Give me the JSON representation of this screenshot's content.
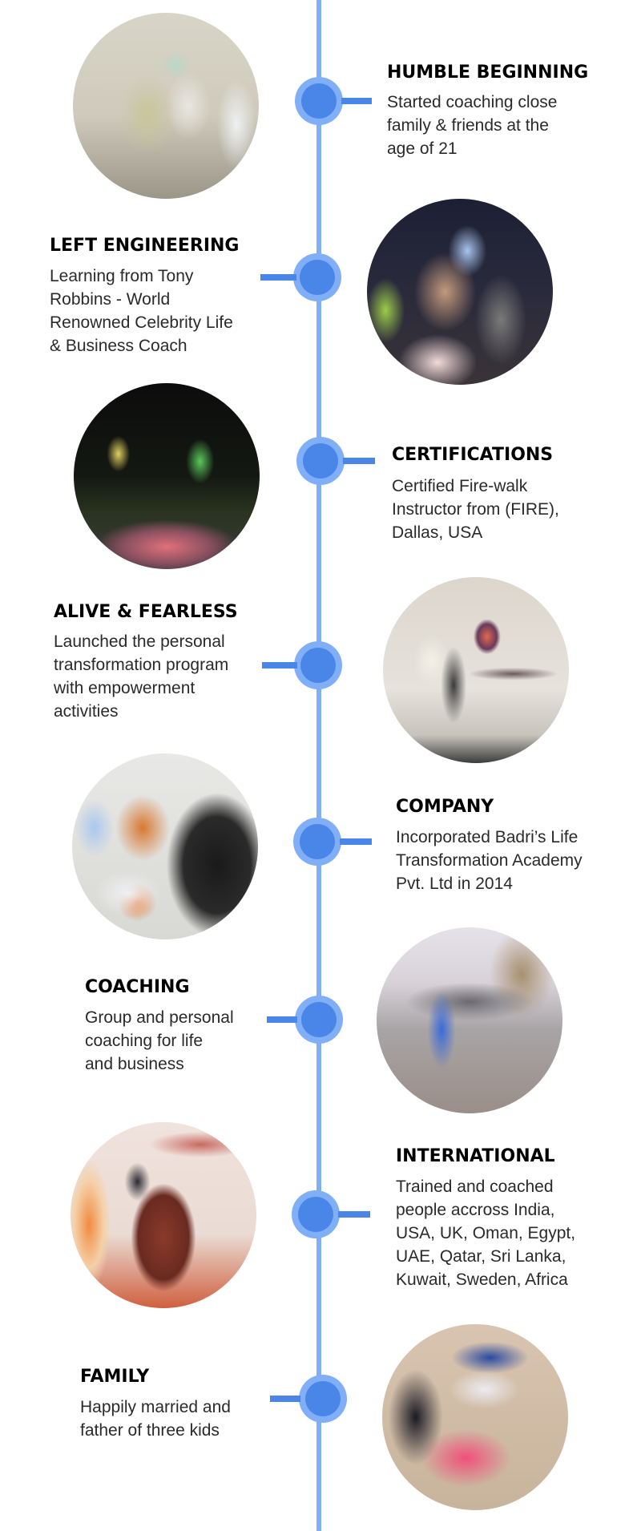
{
  "colors": {
    "line": "#80aff8",
    "node_inner": "#4a86e8",
    "connector": "#4a86e8",
    "heading": "#000000",
    "text": "#2a2a2a"
  },
  "timeline": {
    "events": [
      {
        "heading": "HUMBLE BEGINNING",
        "description": [
          "Started coaching close",
          "family & friends at the",
          "age of 21"
        ],
        "photo": "group-seated-in-room-photo",
        "side": "right"
      },
      {
        "heading": "LEFT ENGINEERING",
        "description": [
          "Learning from Tony",
          "Robbins - World",
          "Renowned Celebrity Life",
          "& Business Coach"
        ],
        "photo": "event-crowd-selfie-photo",
        "side": "left"
      },
      {
        "heading": "CERTIFICATIONS",
        "description": [
          "Certified Fire-walk",
          "Instructor from (FIRE),",
          "Dallas, USA"
        ],
        "photo": "firewalk-photo",
        "side": "right"
      },
      {
        "heading": "ALIVE & FEARLESS",
        "description": [
          "Launched the personal",
          "transformation program",
          "with empowerment",
          "activities"
        ],
        "photo": "alive-fearless-stage-photo",
        "side": "left"
      },
      {
        "heading": "COMPANY",
        "description": [
          "Incorporated Badri’s Life",
          "Transformation Academy",
          "Pvt. Ltd in 2014"
        ],
        "photo": "camera-recording-photo",
        "side": "right"
      },
      {
        "heading": "COACHING",
        "description": [
          "Group and personal",
          "coaching for life",
          "and business"
        ],
        "photo": "group-coaching-outdoor-photo",
        "side": "left"
      },
      {
        "heading": "INTERNATIONAL",
        "description": [
          "Trained and coached",
          "people accross India,",
          "USA, UK, Oman, Egypt,",
          "UAE, Qatar, Sri Lanka,",
          "Kuwait, Sweden, Africa"
        ],
        "photo": "embassy-podium-photo",
        "side": "right"
      },
      {
        "heading": "FAMILY",
        "description": [
          "Happily married and",
          "father of three kids"
        ],
        "photo": "family-photo",
        "side": "left"
      }
    ]
  }
}
